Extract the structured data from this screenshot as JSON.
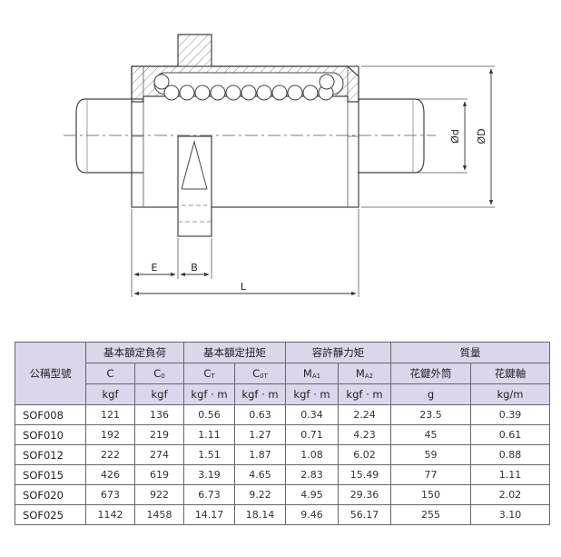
{
  "drawing": {
    "labels": {
      "E": "E",
      "B": "B",
      "L": "L",
      "d": "Ød",
      "D": "ØD"
    }
  },
  "table": {
    "corner": "公稱型號",
    "groups": [
      "基本額定負荷",
      "基本額定扭矩",
      "容許靜力矩",
      "質量"
    ],
    "symbols": [
      {
        "main": "C",
        "sub": ""
      },
      {
        "main": "C",
        "sub": "0"
      },
      {
        "main": "C",
        "sub": "T"
      },
      {
        "main": "C",
        "sub": "0T"
      },
      {
        "main": "M",
        "sub": "A1"
      },
      {
        "main": "M",
        "sub": "A2"
      },
      {
        "main": "花鍵外筒",
        "sub": ""
      },
      {
        "main": "花鍵軸",
        "sub": ""
      }
    ],
    "units": [
      "kgf",
      "kgf",
      "kgf · m",
      "kgf · m",
      "kgf · m",
      "kgf · m",
      "g",
      "kg/m"
    ],
    "rows": [
      {
        "model": "SOF008",
        "values": [
          "121",
          "136",
          "0.56",
          "0.63",
          "0.34",
          "2.24",
          "23.5",
          "0.39"
        ]
      },
      {
        "model": "SOF010",
        "values": [
          "192",
          "219",
          "1.11",
          "1.27",
          "0.71",
          "4.23",
          "45",
          "0.61"
        ]
      },
      {
        "model": "SOF012",
        "values": [
          "222",
          "274",
          "1.51",
          "1.87",
          "1.08",
          "6.02",
          "59",
          "0.88"
        ]
      },
      {
        "model": "SOF015",
        "values": [
          "426",
          "619",
          "3.19",
          "4.65",
          "2.83",
          "15.49",
          "77",
          "1.11"
        ]
      },
      {
        "model": "SOF020",
        "values": [
          "673",
          "922",
          "6.73",
          "9.22",
          "4.95",
          "29.36",
          "150",
          "2.02"
        ]
      },
      {
        "model": "SOF025",
        "values": [
          "1142",
          "1458",
          "14.17",
          "18.14",
          "9.46",
          "56.17",
          "255",
          "3.10"
        ]
      }
    ]
  }
}
